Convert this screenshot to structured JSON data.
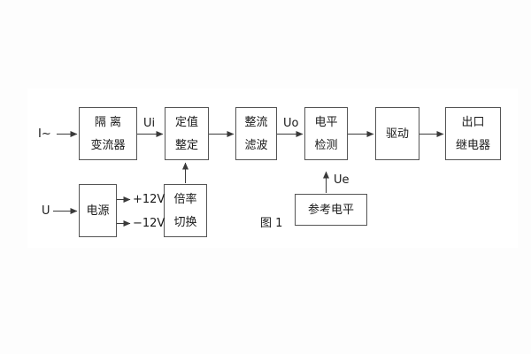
{
  "diagram": {
    "caption": "图 1",
    "blocks": [
      {
        "name": "isolation-transformer",
        "line1": "隔 离",
        "line2": "变流器"
      },
      {
        "name": "setpoint-adjust",
        "line1": "定值",
        "line2": "整定"
      },
      {
        "name": "rectify-filter",
        "line1": "整流",
        "line2": "滤波"
      },
      {
        "name": "level-detect",
        "line1": "电平",
        "line2": "检测"
      },
      {
        "name": "driver",
        "line1": "驱动"
      },
      {
        "name": "output-relay",
        "line1": "出口",
        "line2": "继电器"
      },
      {
        "name": "power-supply",
        "line1": "电源"
      },
      {
        "name": "ratio-switch",
        "line1": "倍率",
        "line2": "切换"
      },
      {
        "name": "reference-level",
        "line1": "参考电平"
      }
    ],
    "signals": {
      "input_current": "I~",
      "input_voltage": "U",
      "ui": "Ui",
      "uo": "Uo",
      "ue": "Ue",
      "plus_12v": "+12V",
      "minus_12v": "−12V"
    },
    "colors": {
      "wire": "#3a3a3a",
      "box_border": "#555555",
      "text": "#1a1a1a",
      "canvas": "#ffffff",
      "page_background": "#fdfdfd"
    }
  }
}
